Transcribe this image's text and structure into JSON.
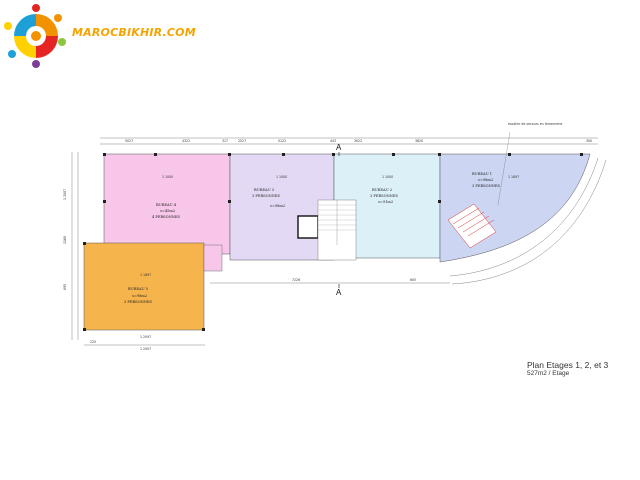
{
  "brand": {
    "site": "MAROCBIKHIR.COM",
    "colors": {
      "orange": "#f39200",
      "red": "#e52521",
      "green": "#8cc63f",
      "blue": "#1d9fd8",
      "yellow": "#ffd100",
      "purple": "#7b3f98"
    }
  },
  "plan": {
    "section_marker": "A",
    "escalier_note": "escalier de secours en ferronnerie",
    "offices": [
      {
        "name": "BUREAU 4",
        "people": "4 PERSONNES",
        "area": "s=45m2",
        "color": "#f7c6e9"
      },
      {
        "name": "BUREAU 3",
        "people": "3 PERSONNES",
        "area": "s=98m2",
        "color": "#e3d9f4"
      },
      {
        "name": "BUREAU 2",
        "people": "3 PERSONNES",
        "area": "s=91m2",
        "color": "#dcf0f8"
      },
      {
        "name": "BUREAU 1",
        "people": "3 PERSONNES",
        "area": "s=98m2",
        "color": "#ccd5f2"
      },
      {
        "name": "BUREAU 5",
        "people": "3 PERSONNES",
        "area": "s=98m2",
        "color": "#f6b44d"
      }
    ],
    "dims_top": [
      "5027",
      "4322",
      "317",
      "2527",
      "5122",
      "443",
      "3022",
      "3820",
      "300"
    ],
    "dims_bottom": [
      "225",
      "7226",
      "605"
    ],
    "dims_left": [
      "1 2007",
      "1160",
      "895"
    ],
    "dims_small": [
      "1 2007",
      "1 1000",
      "1 1000",
      "1 1000",
      "1 1897",
      "1 1897",
      "1 2097"
    ]
  },
  "caption": {
    "title": "Plan Etages 1, 2, et 3",
    "area": "527m2 / Etage"
  }
}
